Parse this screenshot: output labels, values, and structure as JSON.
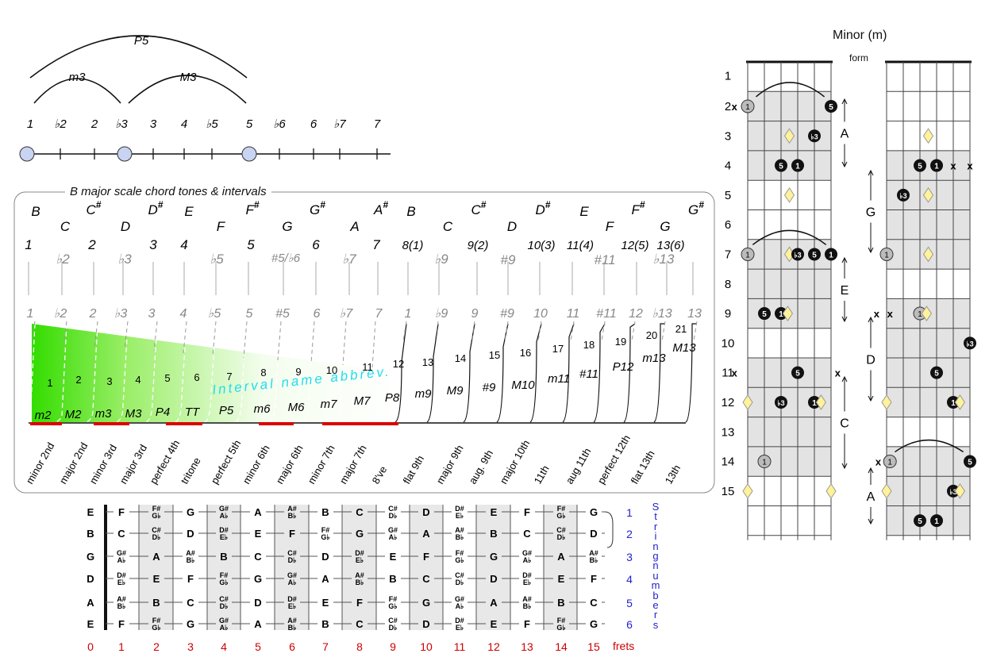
{
  "interval_line": {
    "top_arc_label": "P5",
    "left_arc_label": "m3",
    "right_arc_label": "M3",
    "degrees": [
      "1",
      "♭2",
      "2",
      "♭3",
      "3",
      "4",
      "♭5",
      "5",
      "♭6",
      "6",
      "♭7",
      "7"
    ]
  },
  "scale_panel": {
    "title": "B major scale chord tones & intervals",
    "notes_row1": [
      "B",
      "C#",
      "D#",
      "E",
      "F#",
      "G#",
      "A#",
      "B",
      "C#",
      "D#",
      "E",
      "F#",
      "G#"
    ],
    "notes_row2": [
      "C",
      "D",
      "F",
      "G",
      "A",
      "C",
      "D",
      "F",
      "G"
    ],
    "degree_row_black": [
      "1",
      "2",
      "3",
      "4",
      "5",
      "6",
      "7",
      "8(1)",
      "9(2)",
      "10(3)",
      "11(4)",
      "12(5)",
      "13(6)"
    ],
    "degree_row_gray": [
      "♭2",
      "♭3",
      "♭5",
      "#5/♭6",
      "♭7",
      "♭9",
      "#9",
      "#11",
      "♭13"
    ],
    "bottom_degrees": [
      "1",
      "♭2",
      "2",
      "♭3",
      "3",
      "4",
      "♭5",
      "5",
      "#5",
      "6",
      "♭7",
      "7",
      "1",
      "♭9",
      "9",
      "#9",
      "10",
      "11",
      "#11",
      "12",
      "♭13",
      "13"
    ],
    "semitones": [
      "1",
      "2",
      "3",
      "4",
      "5",
      "6",
      "7",
      "8",
      "9",
      "10",
      "11",
      "12",
      "13",
      "14",
      "15",
      "16",
      "17",
      "18",
      "19",
      "20",
      "21"
    ],
    "abbrevs": [
      "m2",
      "M2",
      "m3",
      "M3",
      "P4",
      "TT",
      "P5",
      "m6",
      "M6",
      "m7",
      "M7",
      "P8",
      "m9",
      "M9",
      "#9",
      "M10",
      "m11",
      "#11",
      "P12",
      "m13",
      "M13"
    ],
    "overlay": "Interval name abbrev.",
    "interval_names": [
      "minor 2nd",
      "major 2nd",
      "minor 3rd",
      "major 3rd",
      "perfect 4th",
      "tritone",
      "perfect 5th",
      "minor 6th",
      "major 6th",
      "minor 7th",
      "major 7th",
      "8've",
      "flat 9th",
      "major 9th",
      "aug. 9th",
      "major 10th",
      "11th",
      "aug 11th",
      "perfect 12th",
      "flat 13th",
      "13th"
    ]
  },
  "fretboard": {
    "open_strings": [
      "E",
      "B",
      "G",
      "D",
      "A",
      "E"
    ],
    "strings": [
      [
        "F",
        "F#/G♭",
        "G",
        "G#/A♭",
        "A",
        "A#/B♭",
        "B",
        "C",
        "C#/D♭",
        "D",
        "D#/E♭",
        "E",
        "F",
        "F#/G♭",
        "G"
      ],
      [
        "C",
        "C#/D♭",
        "D",
        "D#/E♭",
        "E",
        "F",
        "F#/G♭",
        "G",
        "G#/A♭",
        "A",
        "A#/B♭",
        "B",
        "C",
        "C#/D♭",
        "D"
      ],
      [
        "G#/A♭",
        "A",
        "A#/B♭",
        "B",
        "C",
        "C#/D♭",
        "D",
        "D#/E♭",
        "E",
        "F",
        "F#/G♭",
        "G",
        "G#/A♭",
        "A",
        "A#/B♭"
      ],
      [
        "D#/E♭",
        "E",
        "F",
        "F#/G♭",
        "G",
        "G#/A♭",
        "A",
        "A#/B♭",
        "B",
        "C",
        "C#/D♭",
        "D",
        "D#/E♭",
        "E",
        "F"
      ],
      [
        "A#/B♭",
        "B",
        "C",
        "C#/D♭",
        "D",
        "D#/E♭",
        "E",
        "F",
        "F#/G♭",
        "G",
        "G#/A♭",
        "A",
        "A#/B♭",
        "B",
        "C"
      ],
      [
        "F",
        "F#/G♭",
        "G",
        "G#/A♭",
        "A",
        "A#/B♭",
        "B",
        "C",
        "C#/D♭",
        "D",
        "D#/E♭",
        "E",
        "F",
        "F#/G♭",
        "G"
      ]
    ],
    "string_numbers": [
      "1",
      "2",
      "3",
      "4",
      "5",
      "6"
    ],
    "string_numbers_label": "String numbers",
    "fret_numbers": [
      "0",
      "1",
      "2",
      "3",
      "4",
      "5",
      "6",
      "7",
      "8",
      "9",
      "10",
      "11",
      "12",
      "13",
      "14",
      "15"
    ],
    "frets_label": "frets"
  },
  "minor_forms": {
    "title": "Minor (m)",
    "form_label": "form",
    "fret_rows": [
      "1",
      "2",
      "3",
      "4",
      "5",
      "6",
      "7",
      "8",
      "9",
      "10",
      "11",
      "12",
      "13",
      "14",
      "15"
    ],
    "left_sections": [
      "A",
      "E",
      "C"
    ],
    "right_sections": [
      "G",
      "D",
      "A"
    ],
    "root_mark": "1",
    "third_mark": "♭3",
    "fifth_mark": "5",
    "mute_mark": "x"
  },
  "colors": {
    "green": "#33dd00",
    "red_bar": "#dd0000",
    "cyan_text": "#22ddee",
    "blue_numbers": "#2222cc",
    "red_numbers": "#cc0000",
    "shade": "#e3e3e3",
    "diamond": "#fff29a"
  }
}
